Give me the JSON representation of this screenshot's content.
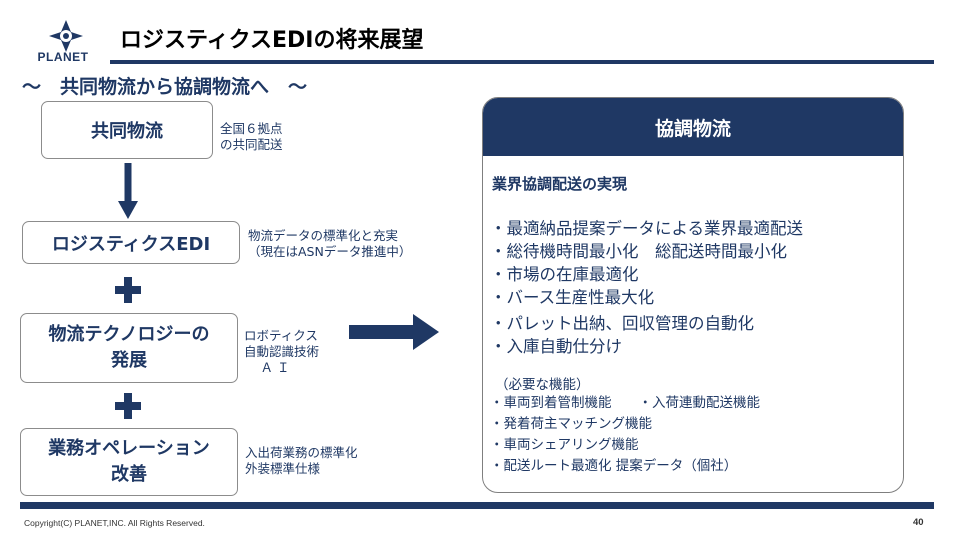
{
  "header": {
    "logo_text": "PLANET",
    "title": "ロジスティクスEDIの将来展望",
    "subtitle": "～　共同物流から協調物流へ　～"
  },
  "flow": {
    "steps": [
      {
        "label": "共同物流",
        "note_lines": [
          "全国６拠点",
          "の共同配送"
        ]
      },
      {
        "label": "ロジスティクスEDI",
        "note_lines": [
          "物流データの標準化と充実",
          "（現在はASNデータ推進中）"
        ]
      },
      {
        "label_lines": [
          "物流テクノロジーの",
          "発展"
        ],
        "note_lines": [
          "ロボティクス",
          "自動認識技術",
          "　 Ａ Ｉ"
        ]
      },
      {
        "label_lines": [
          "業務オペレーション",
          "改善"
        ],
        "note_lines": [
          "入出荷業務の標準化",
          "外装標準仕様"
        ]
      }
    ]
  },
  "panel": {
    "title": "協調物流",
    "subtitle": "業界協調配送の実現",
    "items": [
      "・最適納品提案データによる業界最適配送",
      "・総待機時間最小化　総配送時間最小化",
      "・市場の在庫最適化",
      "・バース生産性最大化",
      "・パレット出納、回収管理の自動化",
      "・入庫自動仕分け"
    ],
    "requirements_heading": "（必要な機能）",
    "requirements": [
      "・車両到着管制機能　　・入荷連動配送機能",
      "・発着荷主マッチング機能",
      "・車両シェアリング機能",
      "・配送ルート最適化 提案データ（個社）"
    ]
  },
  "footer": {
    "copyright": "Copyright(C) PLANET,INC. All Rights Reserved.",
    "page_number": "40"
  },
  "colors": {
    "navy": "#1f3864",
    "border_gray": "#8c8c8c",
    "white": "#ffffff"
  }
}
